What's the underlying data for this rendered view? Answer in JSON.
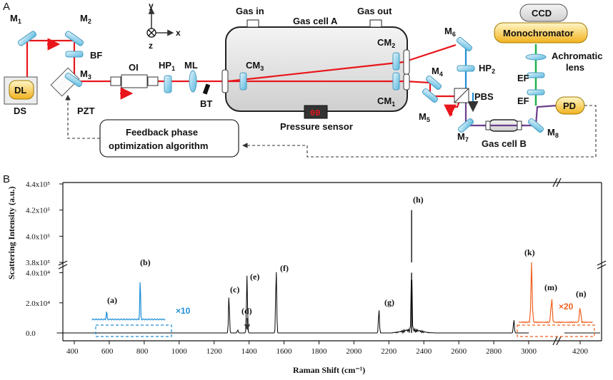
{
  "panel_labels": {
    "a": "A",
    "b": "B"
  },
  "optics": {
    "dl": "DL",
    "ds": "DS",
    "pzt": "PZT",
    "bf": "BF",
    "oi": "OI",
    "ml": "ML",
    "bt": "BT",
    "gas_in": "Gas in",
    "gas_out": "Gas out",
    "gas_cell_a": "Gas cell A",
    "pressure_sensor": "Pressure sensor",
    "pressure_display": "00",
    "pbs": "PBS",
    "gas_cell_b": "Gas cell B",
    "ccd": "CCD",
    "monochromator": "Monochromator",
    "achromatic_1": "Achromatic",
    "achromatic_2": "lens",
    "ef1": "EF",
    "ef2": "EF",
    "pd": "PD",
    "feedback_1": "Feedback phase",
    "feedback_2": "optimization  algorithm",
    "axis_x": "x",
    "axis_y": "y",
    "axis_z": "z"
  },
  "chart_data": {
    "type": "line",
    "xlabel": "Raman Shift (cm⁻¹)",
    "ylabel": "Scattering Intensity (a.u.)",
    "x_ticks": [
      "400",
      "600",
      "800",
      "1000",
      "1200",
      "1400",
      "1600",
      "1800",
      "2000",
      "2200",
      "2400",
      "2600",
      "2800",
      "3000",
      "4200"
    ],
    "y_ticks_lower": [
      "0.0",
      "2.0x10⁴",
      "4.0x10⁴"
    ],
    "y_ticks_upper": [
      "3.8x10⁵",
      "4.0x10⁵",
      "4.2x10⁵",
      "4.4x10⁵"
    ],
    "peaks": [
      {
        "label": "(a)",
        "x": 585,
        "y": 2000
      },
      {
        "label": "(b)",
        "x": 777,
        "y": 14000
      },
      {
        "label": "(c)",
        "x": 1285,
        "y": 25000
      },
      {
        "label": "(d)",
        "x": 1335,
        "y": 2000
      },
      {
        "label": "(e)",
        "x": 1388,
        "y": 38000
      },
      {
        "label": "(f)",
        "x": 1555,
        "y": 43000
      },
      {
        "label": "(g)",
        "x": 2143,
        "y": 16000
      },
      {
        "label": "(h)",
        "x": 2330,
        "y": 420000
      },
      {
        "label": "(k)",
        "x": 2915,
        "y": 9000
      },
      {
        "label": "(m)",
        "x": 3020,
        "y": 3000
      },
      {
        "label": "(n)",
        "x": 4155,
        "y": 2000
      }
    ],
    "annotations": {
      "blue_scale": "×10",
      "orange_scale": "×20"
    },
    "colors": {
      "trace": "#000000",
      "blue_inset": "#1f8fd6",
      "orange_inset": "#f0601e"
    }
  }
}
